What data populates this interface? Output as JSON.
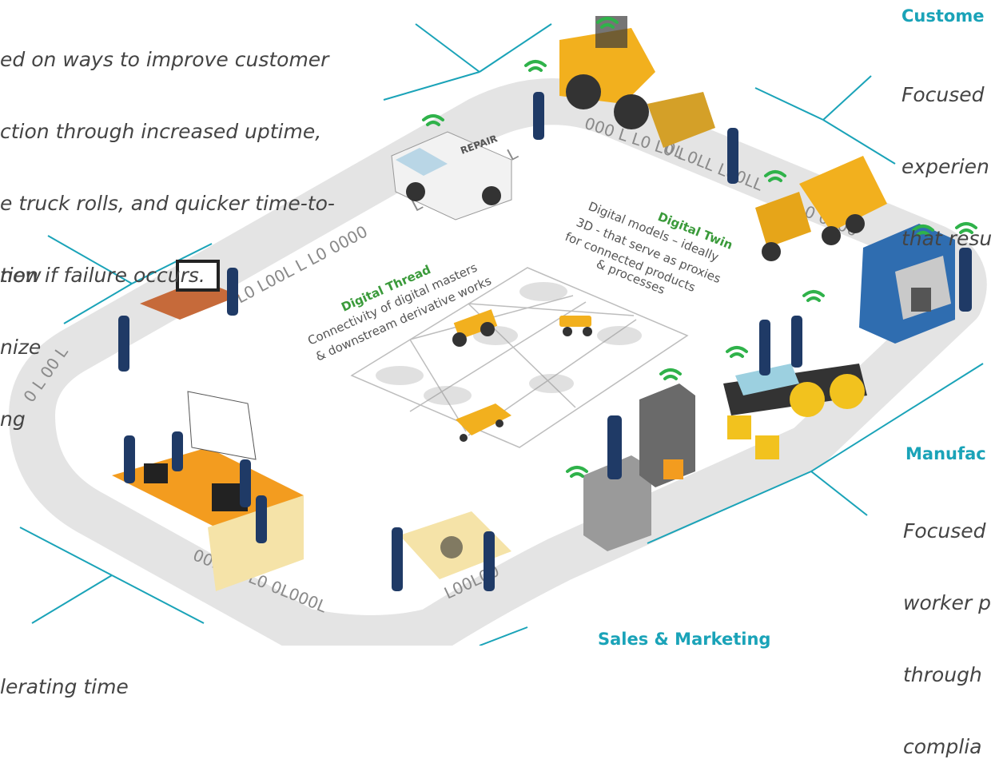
{
  "texts": {
    "top_left": [
      "ed on ways to improve customer",
      "ction through increased uptime,",
      "e truck rolls, and quicker time-to-",
      "tion if failure occurs."
    ],
    "left_mid": [
      "new",
      "nize",
      "ng"
    ],
    "bottom_left": "lerating time",
    "customer_heading": "Custome",
    "customer_body": [
      "Focused",
      "experien",
      "that resu"
    ],
    "manufacturing_heading": "Manufac",
    "manufacturing_body": [
      "Focused",
      "worker p",
      "through",
      "complia"
    ],
    "sales_heading": "Sales & Marketing"
  },
  "center": {
    "thread_title": "Digital Thread",
    "thread_lines": [
      "Connectivity of digital masters",
      "& downstream derivative works"
    ],
    "twin_title": "Digital Twin",
    "twin_lines": [
      "Digital models – ideally",
      "3D - that serve as proxies",
      "for connected products",
      "& processes"
    ]
  },
  "road_binary": [
    "L0 0000 L L0 L",
    "L0 L00L L L0 0000",
    "000 L L0 L0 L",
    "0L 0LL L00LL",
    "0 0000",
    "0 L 00 L",
    "00L000L0 0L000L",
    "L00L00"
  ],
  "labels": {
    "repair_van": "REPAIR"
  },
  "colors": {
    "accent": "#1aa3b8",
    "wifi": "#2fb24a",
    "road": "#e6e6e6",
    "machine_yellow": "#f2b01e",
    "desk_orange": "#f39c1f",
    "digital_green": "#3a9a3a"
  }
}
